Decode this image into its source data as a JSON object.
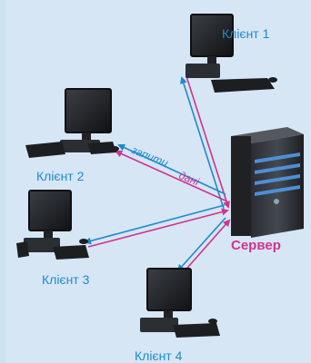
{
  "diagram": {
    "clients": [
      {
        "label": "Клієнт 1"
      },
      {
        "label": "Клієнт 2"
      },
      {
        "label": "Клієнт 3"
      },
      {
        "label": "Клієнт 4"
      }
    ],
    "server": {
      "label": "Сервер"
    },
    "arrows": {
      "request_label": "запити",
      "data_label": "дані"
    },
    "colors": {
      "background": "#d6e6f4",
      "client_label": "#1e8ad0",
      "server_label": "#d1338e",
      "request_arrow": "#1e8ad0",
      "data_arrow": "#d1338e"
    }
  }
}
